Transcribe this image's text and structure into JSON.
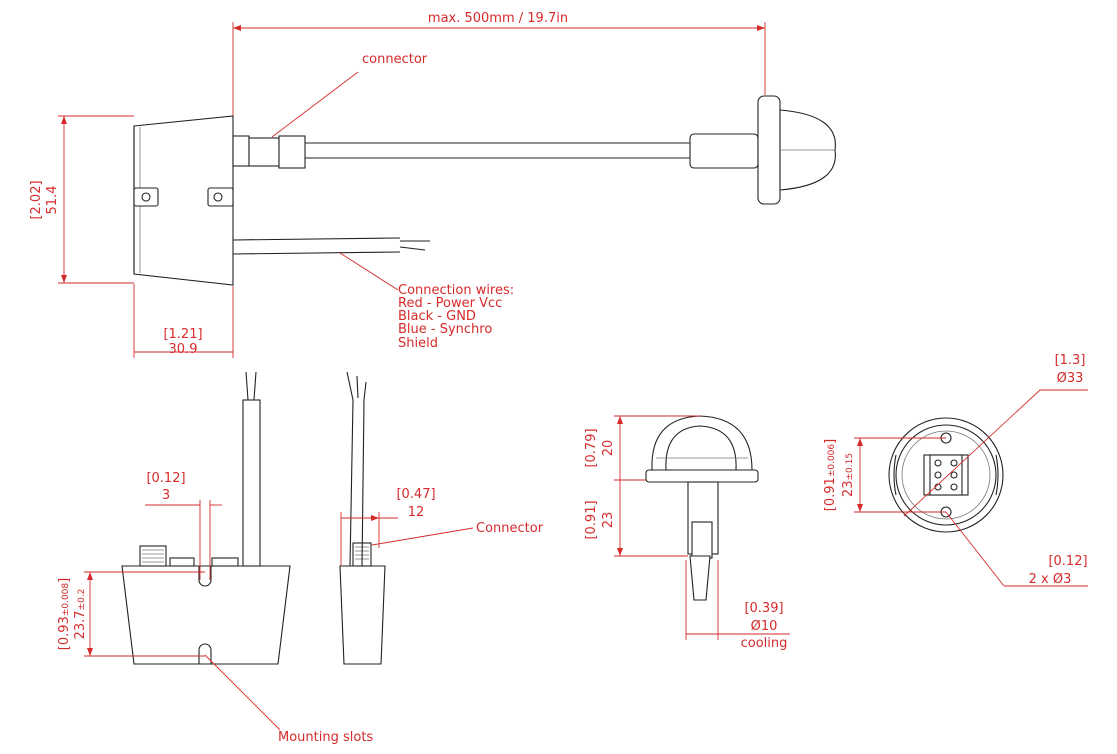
{
  "dimensions": {
    "cable_length": "max. 500mm / 19.7in",
    "height_in": "[2.02]",
    "height_mm": "51.4",
    "depth_in": "[1.21]",
    "depth_mm": "30.9",
    "slot_in": "[0.12]",
    "slot_mm": "3",
    "box_height_in": "[0.93",
    "box_height_in_tol": "±0.008",
    "box_height_in_close": "]",
    "box_height_mm": "23.7",
    "box_height_mm_tol": "±0.2",
    "conn_in": "[0.47]",
    "conn_mm": "12",
    "dome_h_in": "[0.79]",
    "dome_h_mm": "20",
    "stem_in": "[0.91]",
    "stem_mm": "23",
    "cool_in": "[0.39]",
    "cool_mm": "Ø10",
    "cool_label": "cooling",
    "dia_in": "[1.3]",
    "dia_mm": "Ø33",
    "hole_sp_in": "[0.91",
    "hole_sp_in_tol": "±0.006",
    "hole_sp_in_close": "]",
    "hole_sp_mm": "23",
    "hole_sp_mm_tol": "±0.15",
    "hole_in": "[0.12]",
    "hole_mm": "2 x  Ø3"
  },
  "labels": {
    "connector": "connector",
    "connector2": "Connector",
    "wires_title": "Connection wires:",
    "wire1": "Red - Power Vcc",
    "wire2": "Black - GND",
    "wire3": "Blue - Synchro",
    "wire4": "Shield",
    "mounting": "Mounting slots"
  }
}
